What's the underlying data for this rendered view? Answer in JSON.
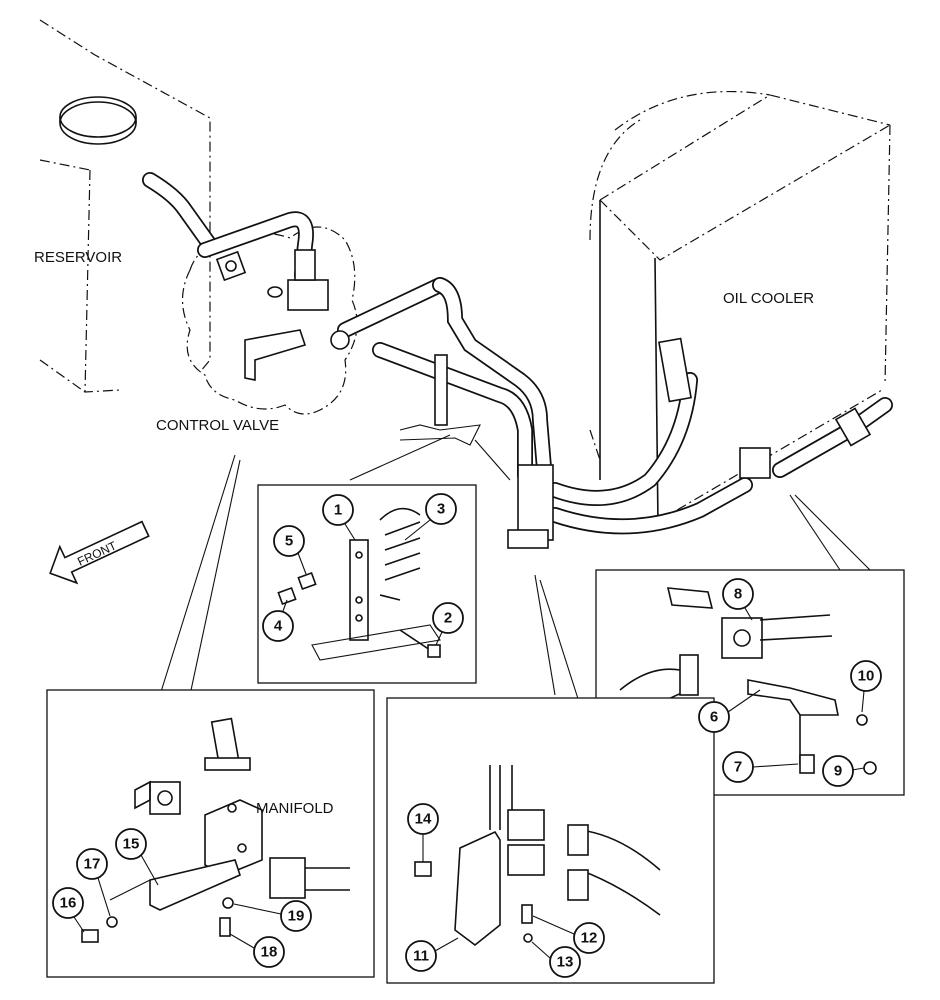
{
  "labels": {
    "reservoir": "RESERVOIR",
    "oil_cooler": "OIL COOLER",
    "control_valve": "CONTROL VALVE",
    "front": "FRONT",
    "manifold": "MANIFOLD"
  },
  "callouts": {
    "c1": "1",
    "c2": "2",
    "c3": "3",
    "c4": "4",
    "c5": "5",
    "c6": "6",
    "c7": "7",
    "c8": "8",
    "c9": "9",
    "c10": "10",
    "c11": "11",
    "c12": "12",
    "c13": "13",
    "c14": "14",
    "c15": "15",
    "c16": "16",
    "c17": "17",
    "c18": "18",
    "c19": "19"
  }
}
